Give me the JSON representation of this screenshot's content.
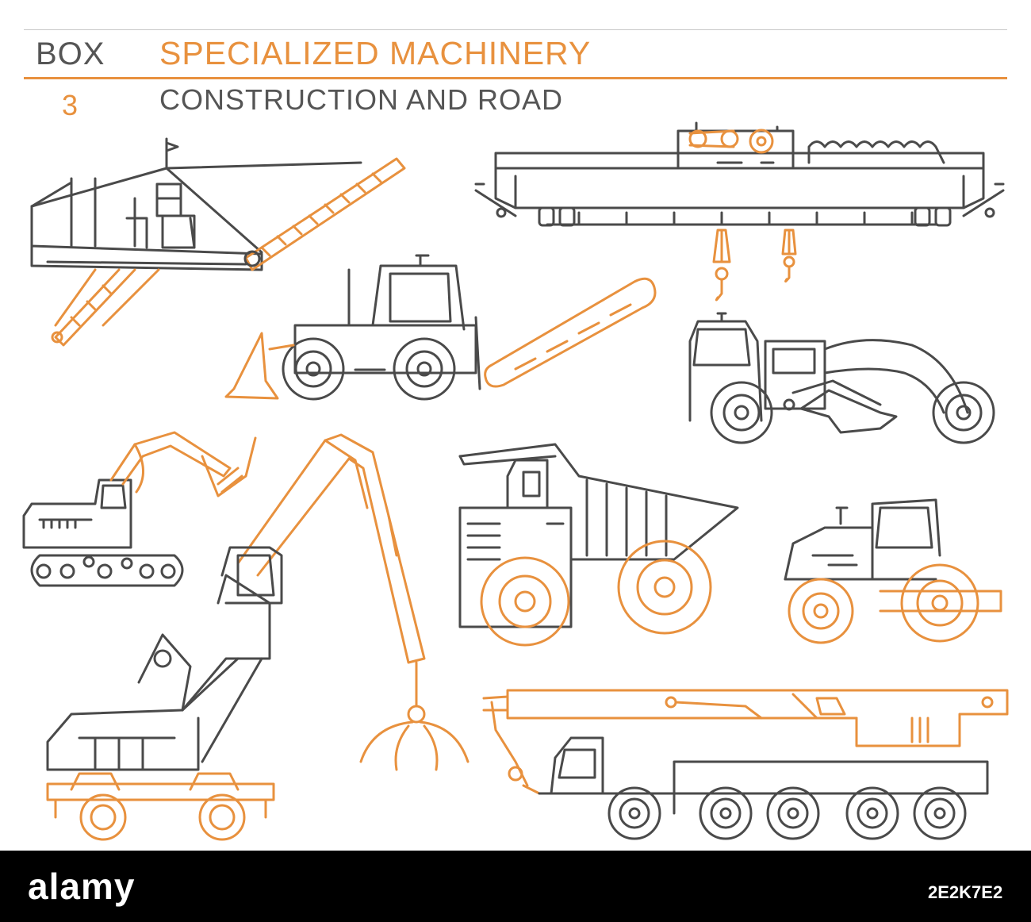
{
  "header": {
    "box_label": "BOX",
    "box_number": "3",
    "title": "SPECIALIZED MACHINERY",
    "subtitle": "CONSTRUCTION AND ROAD"
  },
  "colors": {
    "accent": "#e8913e",
    "line": "#4a4a4a",
    "rule": "#c8c8c8",
    "footer_bg": "#000000"
  },
  "illustrations": [
    "trencher-dredger-icon",
    "overhead-gantry-crane-icon",
    "wheel-trencher-tractor-icon",
    "road-reclaimer-icon",
    "excavator-icon",
    "material-handler-grapple-icon",
    "mining-dump-truck-icon",
    "road-roller-icon",
    "mobile-crane-truck-icon"
  ],
  "footer": {
    "logo": "alamy",
    "image_id": "2E2K7E2"
  }
}
